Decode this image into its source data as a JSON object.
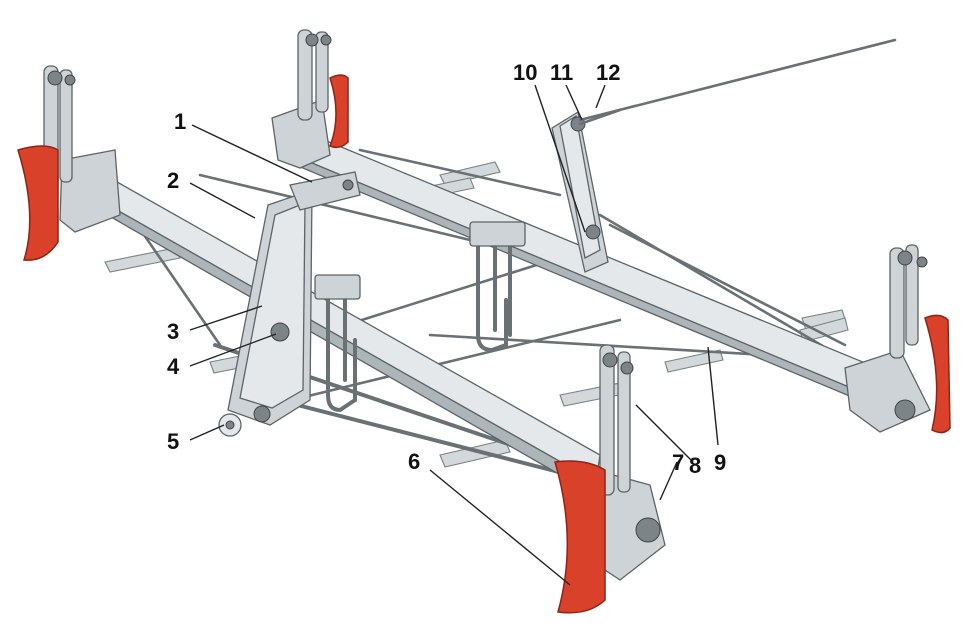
{
  "diagram": {
    "colors": {
      "brake_shoe": "#d9412b",
      "steel": "#cdd3d6",
      "outline": "#5d6468",
      "background": "#ffffff"
    },
    "callouts": [
      {
        "id": "c1",
        "label": "1"
      },
      {
        "id": "c2",
        "label": "2"
      },
      {
        "id": "c3",
        "label": "3"
      },
      {
        "id": "c4",
        "label": "4"
      },
      {
        "id": "c5",
        "label": "5"
      },
      {
        "id": "c6",
        "label": "6"
      },
      {
        "id": "c7",
        "label": "7"
      },
      {
        "id": "c8",
        "label": "8"
      },
      {
        "id": "c9",
        "label": "9"
      },
      {
        "id": "c10",
        "label": "10"
      },
      {
        "id": "c11",
        "label": "11"
      },
      {
        "id": "c12",
        "label": "12"
      }
    ]
  }
}
